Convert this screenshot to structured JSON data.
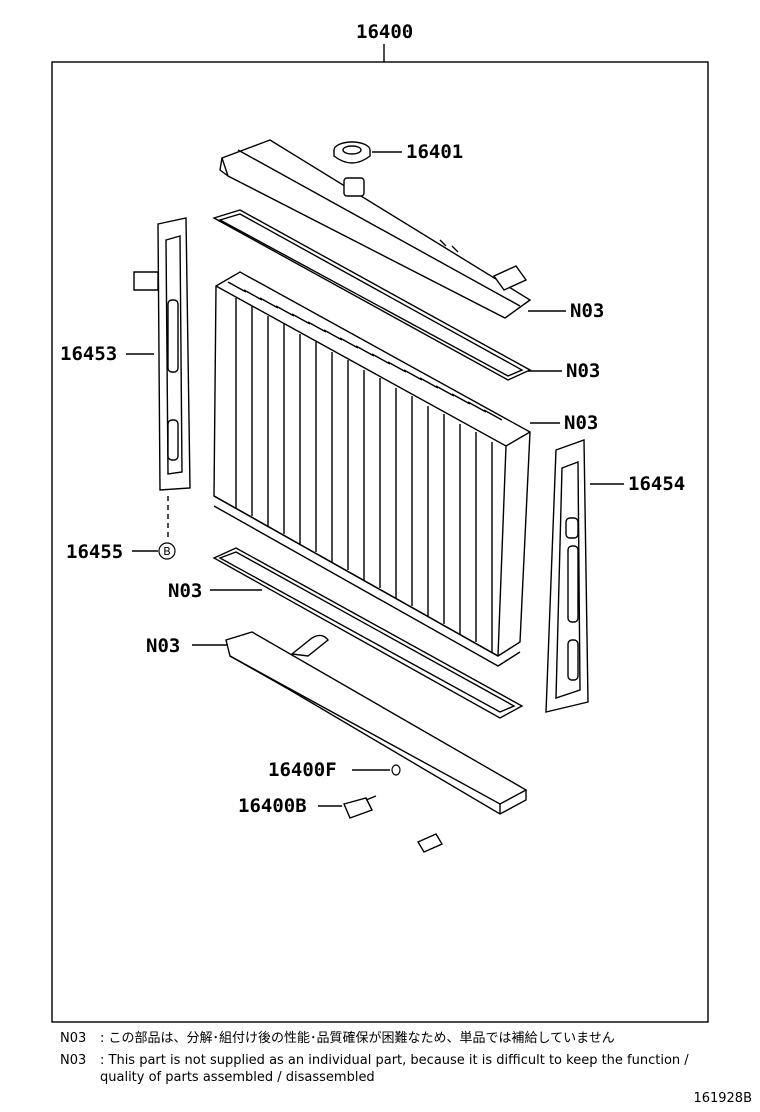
{
  "assembly": {
    "part_no": "16400"
  },
  "callouts": {
    "cap": "16401",
    "upper_tank_gasket": "N03",
    "upper_gasket": "N03",
    "core": "N03",
    "support_left": "16453",
    "support_right": "16454",
    "grommet": "16455",
    "grommet_marker": "B",
    "lower_gasket": "N03",
    "lower_tank": "N03",
    "drain_oring": "16400F",
    "drain_cock": "16400B"
  },
  "notes": [
    {
      "code": "N03",
      "text": ": この部品は、分解･組付け後の性能･品質確保が困難なため、単品では補給していません"
    },
    {
      "code": "N03",
      "text": ": This part is not supplied as an individual part, because it is difficult to keep the function /",
      "text_line2": "quality of parts assembled / disassembled"
    }
  ],
  "drawing_code": "161928B"
}
